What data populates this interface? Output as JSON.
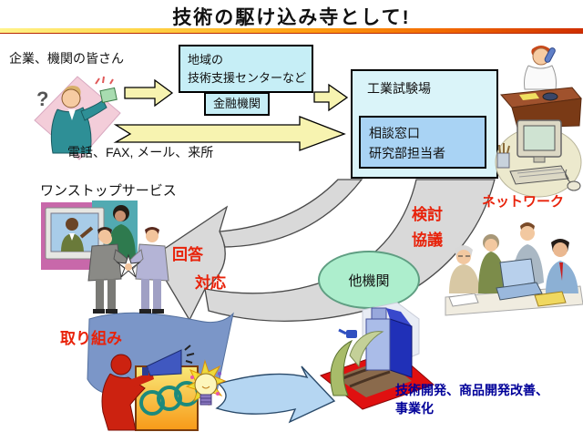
{
  "header": {
    "title": "技術の駆け込み寺として!"
  },
  "colors": {
    "title_rule_left": "#fff38a",
    "title_rule_right": "#cf2e00",
    "box_cyan": "#c6eef6",
    "box_light_cyan": "#daf4f9",
    "box_blue": "#a9d3f4",
    "arrow_yellow": "#f7f3b0",
    "arrow_gray": "#d9d9d9",
    "arrow_blue": "#b5d6f2",
    "banner_blue": "#7b96c8",
    "ellipse_green": "#adeecd",
    "red_label": "#e8220a",
    "outcome_blue": "#000099"
  },
  "left": {
    "audience_label": "企業、機関の皆さん",
    "contact_label": "電話、FAX, メール、来所",
    "onestop_label": "ワンストップサービス"
  },
  "boxes": {
    "support_line1": "地域の",
    "support_line2": "技術支援センターなど",
    "finance": "金融機関",
    "station_title": "工業試験場",
    "station_inner1": "相談窓口",
    "station_inner2": "研究部担当者"
  },
  "flow": {
    "answer": "回答",
    "respond": "対応",
    "review": "検討",
    "consult": "協議",
    "network": "ネットワーク",
    "other_org": "他機関",
    "initiative": "取り組み",
    "outcome1": "技術開発、商品開発改善、",
    "outcome2": "事業化"
  },
  "cliparts": {
    "question_mark": "?"
  }
}
